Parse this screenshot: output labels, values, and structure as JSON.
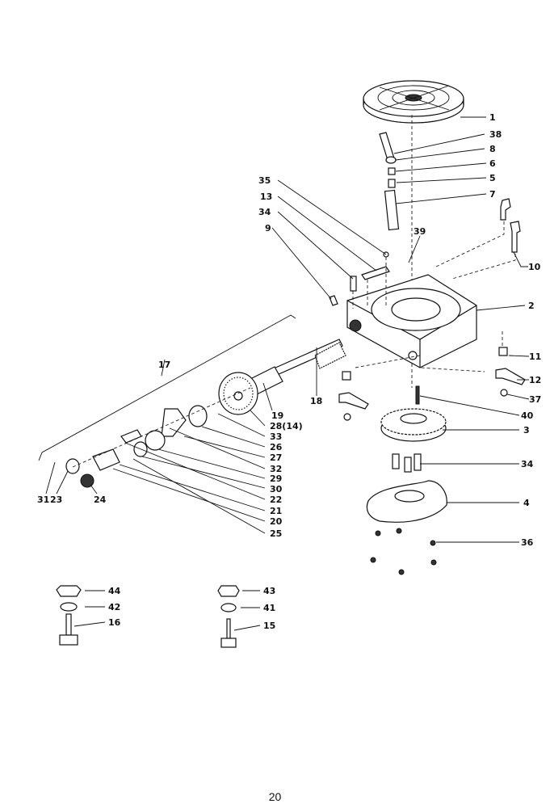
{
  "title": "Rotary table exploded parts diagram",
  "page_number": "20",
  "callouts": [
    {
      "id": "c1",
      "label": "1"
    },
    {
      "id": "c38",
      "label": "38"
    },
    {
      "id": "c8",
      "label": "8"
    },
    {
      "id": "c6",
      "label": "6"
    },
    {
      "id": "c5",
      "label": "5"
    },
    {
      "id": "c7",
      "label": "7"
    },
    {
      "id": "c35",
      "label": "35"
    },
    {
      "id": "c13",
      "label": "13"
    },
    {
      "id": "c34a",
      "label": "34"
    },
    {
      "id": "c9",
      "label": "9"
    },
    {
      "id": "c39",
      "label": "39"
    },
    {
      "id": "c10",
      "label": "10"
    },
    {
      "id": "c2",
      "label": "2"
    },
    {
      "id": "c11",
      "label": "11"
    },
    {
      "id": "c12",
      "label": "12"
    },
    {
      "id": "c37",
      "label": "37"
    },
    {
      "id": "c40",
      "label": "40"
    },
    {
      "id": "c3",
      "label": "3"
    },
    {
      "id": "c34b",
      "label": "34"
    },
    {
      "id": "c4",
      "label": "4"
    },
    {
      "id": "c36",
      "label": "36"
    },
    {
      "id": "c17",
      "label": "17"
    },
    {
      "id": "c18",
      "label": "18"
    },
    {
      "id": "c19",
      "label": "19"
    },
    {
      "id": "c28",
      "label": "28(14)"
    },
    {
      "id": "c33",
      "label": "33"
    },
    {
      "id": "c26",
      "label": "26"
    },
    {
      "id": "c27",
      "label": "27"
    },
    {
      "id": "c32",
      "label": "32"
    },
    {
      "id": "c29",
      "label": "29"
    },
    {
      "id": "c30",
      "label": "30"
    },
    {
      "id": "c22",
      "label": "22"
    },
    {
      "id": "c21",
      "label": "21"
    },
    {
      "id": "c20",
      "label": "20"
    },
    {
      "id": "c25",
      "label": "25"
    },
    {
      "id": "c31",
      "label": "31"
    },
    {
      "id": "c23",
      "label": "23"
    },
    {
      "id": "c24",
      "label": "24"
    },
    {
      "id": "c44",
      "label": "44"
    },
    {
      "id": "c42",
      "label": "42"
    },
    {
      "id": "c16",
      "label": "16"
    },
    {
      "id": "c43",
      "label": "43"
    },
    {
      "id": "c41",
      "label": "41"
    },
    {
      "id": "c15",
      "label": "15"
    }
  ]
}
